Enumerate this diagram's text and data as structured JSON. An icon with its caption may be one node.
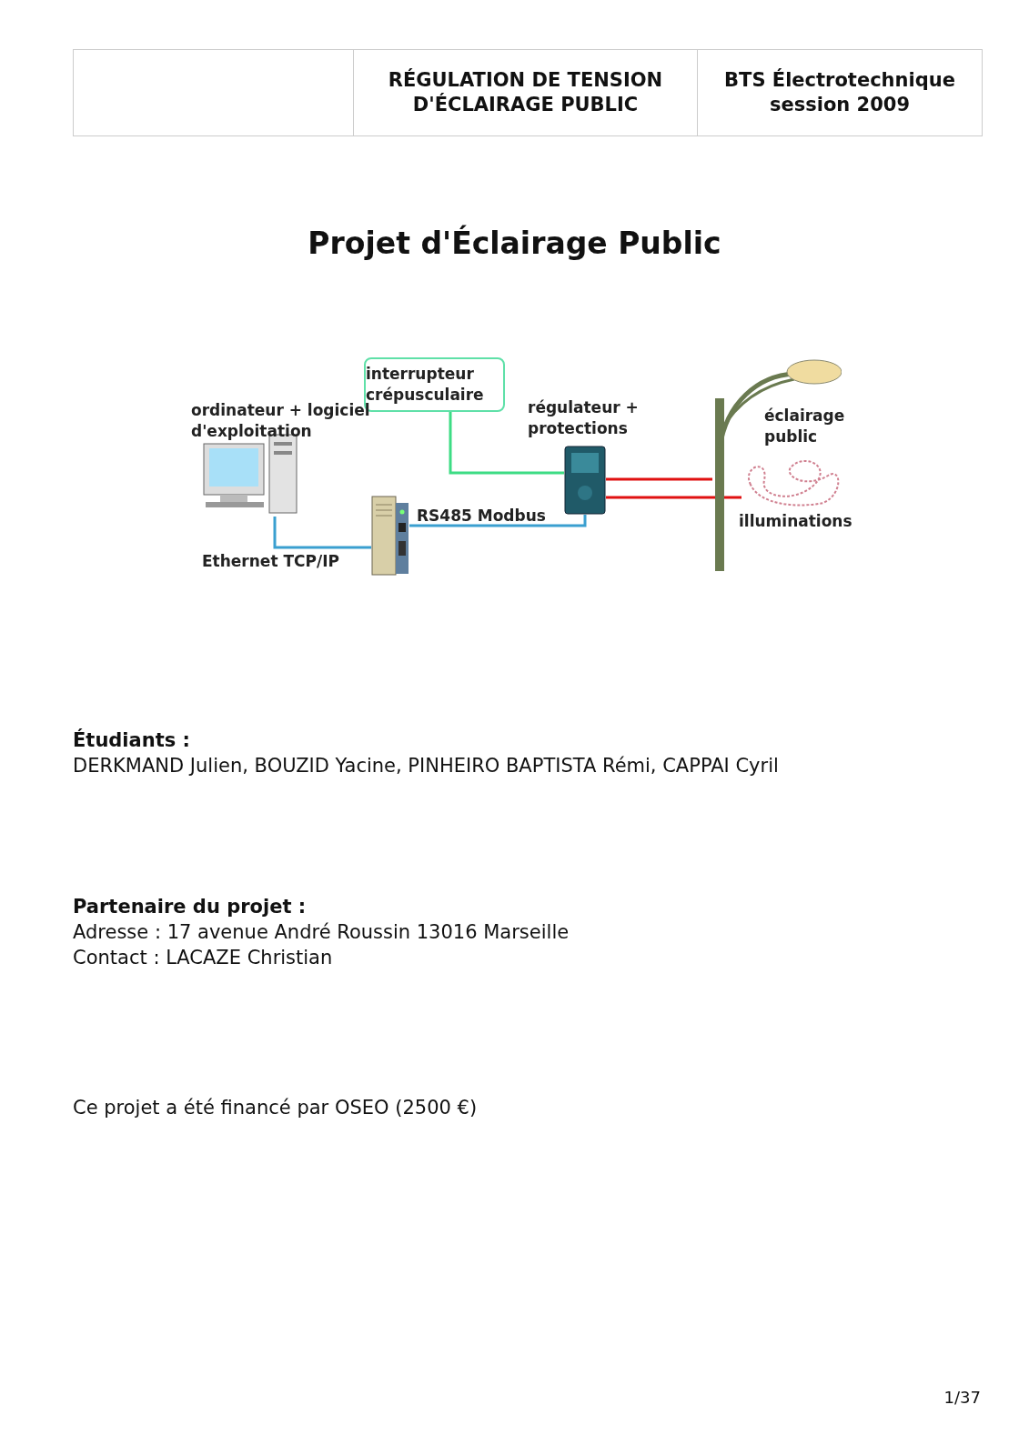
{
  "diagram": {
    "title": "Projet d'Éclairage Public",
    "nodes": [
      {
        "text": [],
        "shape": "picture",
        "beside": [
          "ordinateur + logiciel d'exploitation"
        ]
      },
      {
        "text": [],
        "shape": "picture"
      },
      {
        "text": [
          "interrupteur crépusculaire"
        ]
      },
      {
        "text": [],
        "shape": "picture",
        "beside": [
          "régulateur + protections"
        ]
      },
      {
        "text": [
          "éclairage public"
        ]
      },
      {
        "text": [],
        "shape": "picture",
        "beside": [
          "illuminations"
        ],
        "in": 4
      }
    ],
    "edges": [
      {
        "from": 0,
        "to": 1,
        "arrow": "none",
        "label": "Ethernet TCP/IP",
        "color": "#3a9fd0"
      },
      {
        "from": 1,
        "to": 3,
        "arrow": "none",
        "label": "RS485 Modbus",
        "color": "#3a9fd0"
      },
      {
        "from": 2,
        "to": 3,
        "arrow": "none",
        "color": "#3ddc84"
      },
      {
        "from": 3,
        "to": 4,
        "arrow": "none",
        "color": "#e01010"
      },
      {
        "from": 3,
        "to": 5,
        "arrow": "none",
        "color": "#e01010"
      }
    ],
    "labels": [
      "RÉGULATION DE TENSION D'ÉCLAIRAGE PUBLIC",
      "BTS Électrotechnique session 2009",
      "Étudiants :",
      "DERKMAND Julien, BOUZID Yacine, PINHEIRO BAPTISTA Rémi, CAPPAI Cyril",
      "Partenaire du projet :",
      "Adresse : 17 avenue André Roussin 13016 Marseille",
      "Contact : LACAZE Christian",
      "Ce projet a été financé par OSEO (2500 €)",
      "1/37"
    ]
  }
}
